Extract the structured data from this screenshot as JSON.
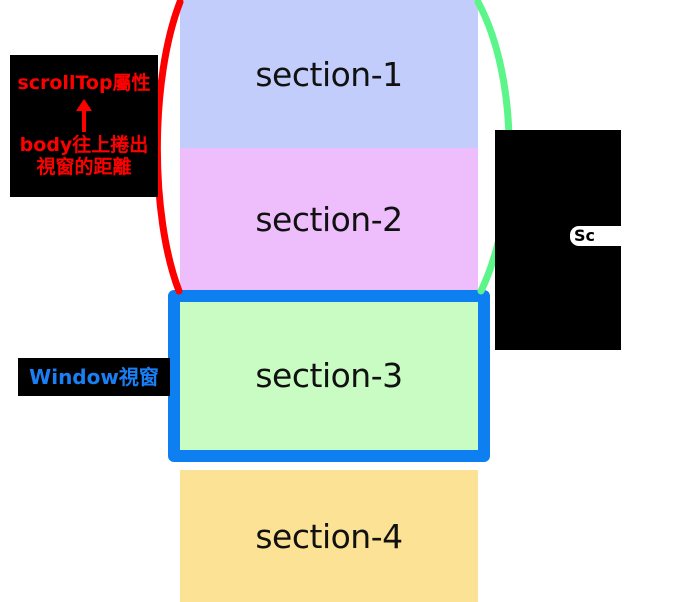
{
  "diagram": {
    "title": "scrollTop / Window viewport scrolling diagram",
    "colors": {
      "section1_bg": "#c2cdfc",
      "section2_bg": "#eebdfc",
      "section3_bg": "#c8fcc2",
      "section4_bg": "#fce294",
      "viewport_border": "#0d7ff0",
      "left_arc": "#ff0000",
      "right_arc": "#5cf58a",
      "callout_bg": "#000000",
      "callout_red_text": "#ff0000",
      "callout_blue_text": "#1a7ff5",
      "callout_white_text": "#ffffff",
      "section_label": "#111111"
    },
    "sections": [
      {
        "id": "section-1",
        "label": "section-1",
        "bg": "#c2cdfc"
      },
      {
        "id": "section-2",
        "label": "section-2",
        "bg": "#eebdfc"
      },
      {
        "id": "section-3",
        "label": "section-3",
        "bg": "#c8fcc2"
      },
      {
        "id": "section-4",
        "label": "section-4",
        "bg": "#fce294"
      }
    ],
    "annotations": {
      "scrolltop": {
        "top_label": "scrollTop屬性",
        "arrow": "up-arrow",
        "bottom_label_line1": "body往上捲出",
        "bottom_label_line2": "視窗的距離"
      },
      "window": {
        "label": "Window視窗"
      },
      "scrollheight": {
        "label": "Sc"
      }
    }
  }
}
